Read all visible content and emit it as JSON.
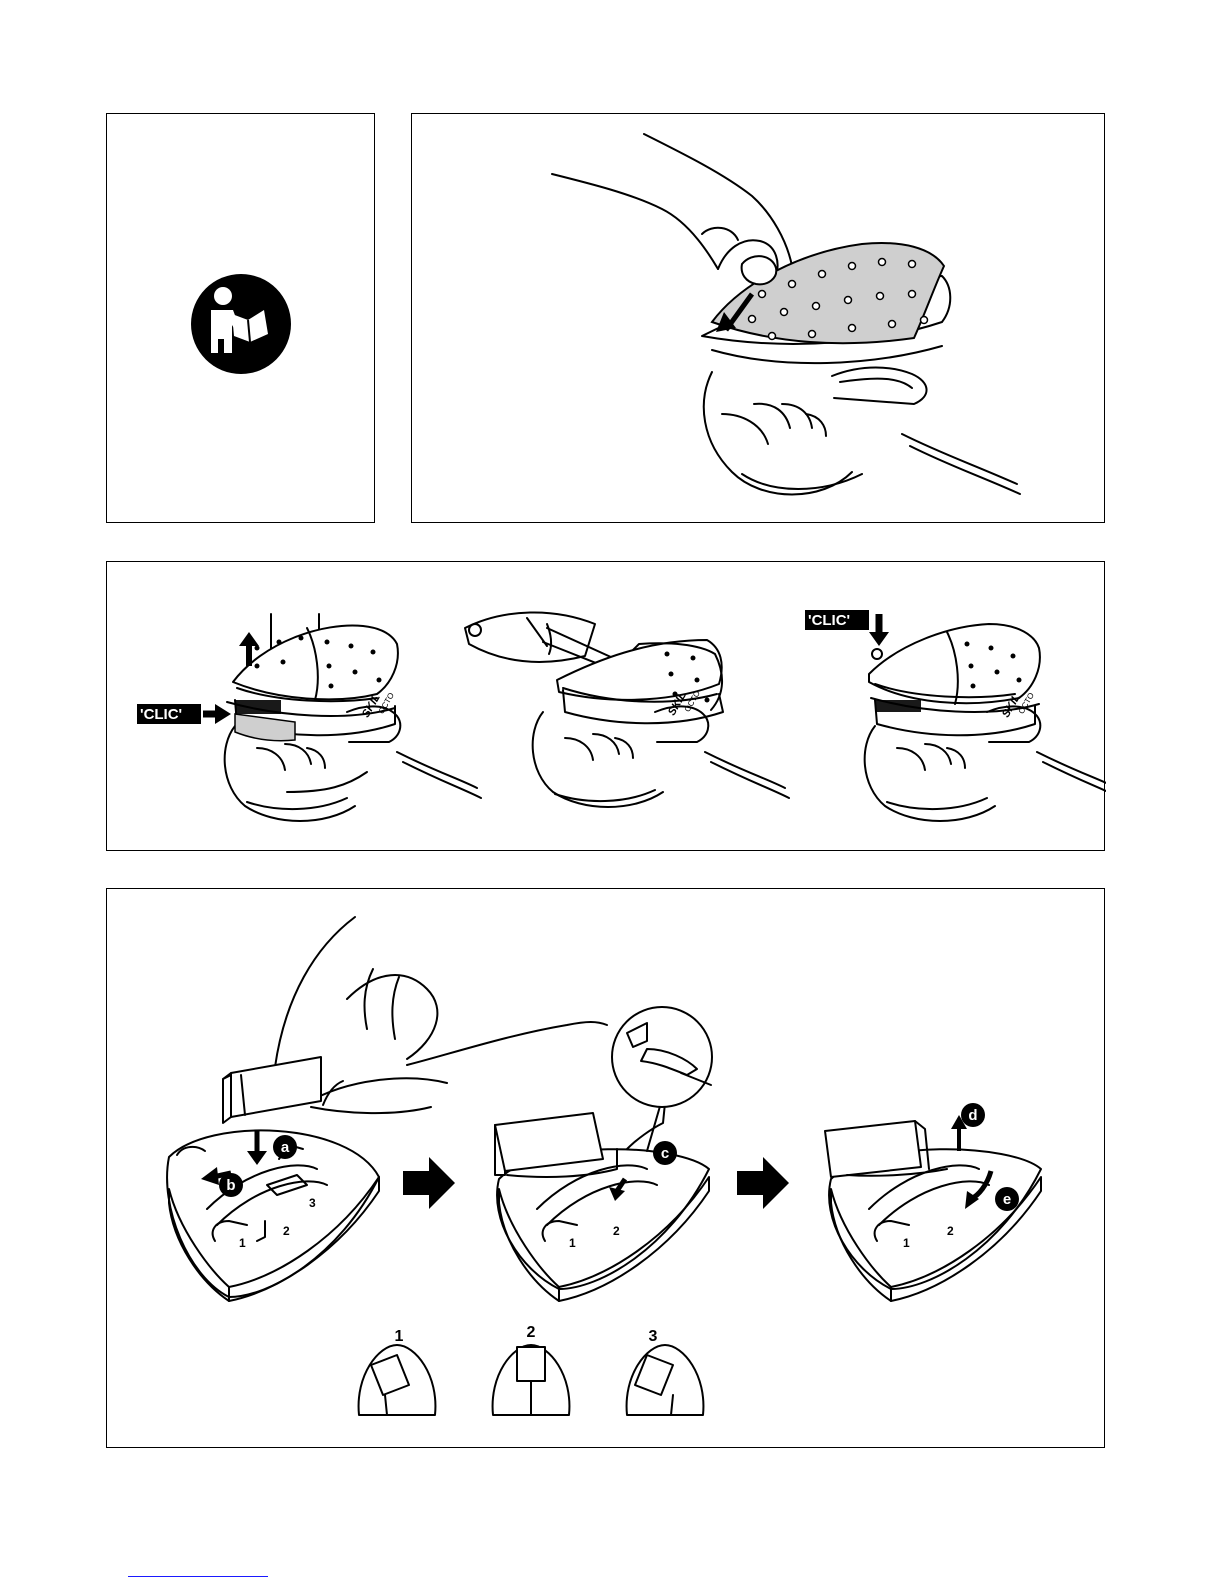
{
  "page": {
    "panels": [
      {
        "id": "manual",
        "icon": "read-manual-icon"
      },
      {
        "id": "attach-sanding-sheet"
      },
      {
        "id": "finger-attachment"
      },
      {
        "id": "paddle-attachment"
      }
    ]
  },
  "finger_panel": {
    "clic_label_1": "'CLIC'",
    "clic_label_2": "'CLIC'",
    "brand_text_1": "SKIL",
    "brand_text_1b": "OCTO",
    "brand_text_2": "SKIL",
    "brand_text_2b": "OCTO",
    "brand_text_3": "SKIL",
    "brand_text_3b": "OCTO"
  },
  "paddle_panel": {
    "step_a": "a",
    "step_b": "b",
    "step_c": "c",
    "step_d": "d",
    "step_e": "e",
    "positions": [
      "1",
      "2",
      "3"
    ],
    "base_numbers": [
      "1",
      "2",
      "3"
    ]
  },
  "colors": {
    "ink": "#000000",
    "sheet_gray": "#cfcfcf",
    "label_bg": "#000000",
    "link": "#1a1aff"
  }
}
